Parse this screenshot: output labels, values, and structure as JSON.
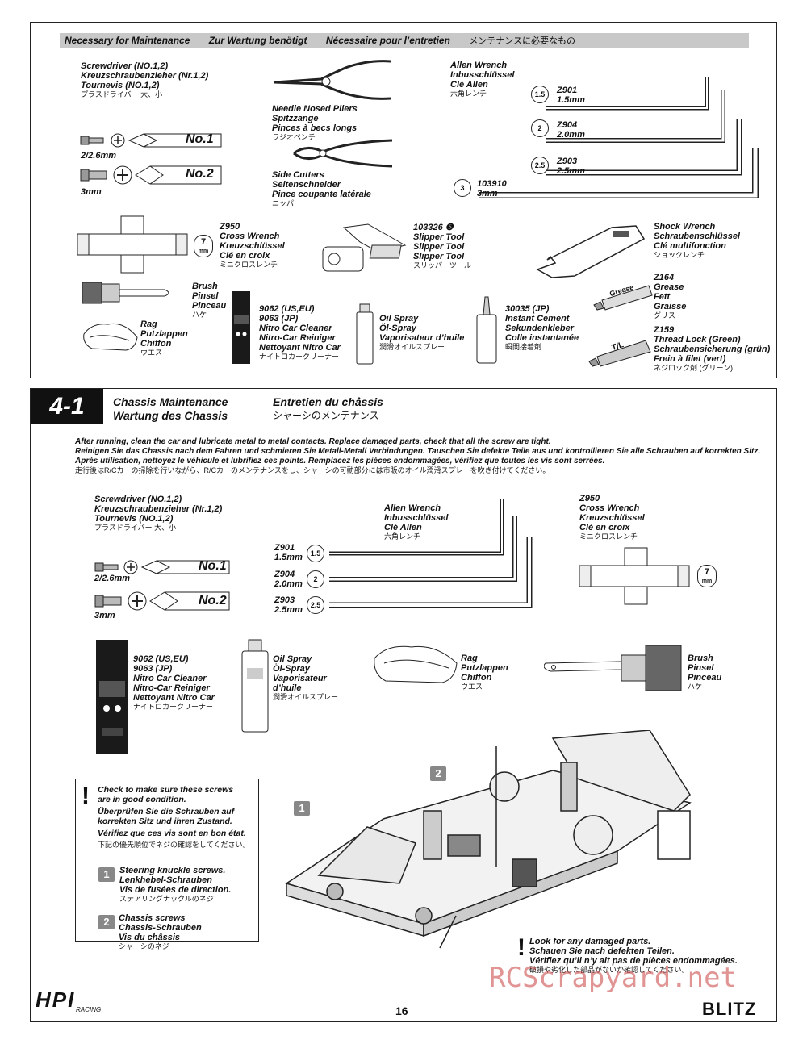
{
  "maintenance": {
    "header": [
      "Necessary for Maintenance",
      "Zur Wartung benötigt",
      "Nécessaire pour l’entretien",
      "メンテナンスに必要なもの"
    ],
    "screwdriver": [
      "Screwdriver (NO.1,2)",
      "Kreuzschraubenzieher (Nr.1,2)",
      "Tournevis (NO.1,2)",
      "プラスドライバー 大、小"
    ],
    "screw_small": "2/2.6mm",
    "screw_large": "3mm",
    "no1": "No.1",
    "no2": "No.2",
    "pliers": [
      "Needle Nosed Pliers",
      "Spitzzange",
      "Pinces à becs longs",
      "ラジオペンチ"
    ],
    "cutters": [
      "Side Cutters",
      "Seitenschneider",
      "Pince coupante latérale",
      "ニッパー"
    ],
    "allen": [
      "Allen Wrench",
      "Inbusschlüssel",
      "Clé Allen",
      "六角レンチ"
    ],
    "allen_items": [
      {
        "circle": "1.5",
        "code": "Z901",
        "size": "1.5mm"
      },
      {
        "circle": "2",
        "code": "Z904",
        "size": "2.0mm"
      },
      {
        "circle": "2.5",
        "code": "Z903",
        "size": "2.5mm"
      },
      {
        "circle": "3",
        "code": "103910",
        "size": "3mm"
      }
    ],
    "cross": [
      "Z950",
      "Cross Wrench",
      "Kreuzschlüssel",
      "Clé en croix",
      "ミニクロスレンチ"
    ],
    "cross_size": "7",
    "slipper": [
      "103326 ❺",
      "Slipper Tool",
      "Slipper Tool",
      "Slipper Tool",
      "スリッパーツール"
    ],
    "shock": [
      "Shock Wrench",
      "Schraubenschlüssel",
      "Clé multifonction",
      "ショックレンチ"
    ],
    "brush": [
      "Brush",
      "Pinsel",
      "Pinceau",
      "ハケ"
    ],
    "rag": [
      "Rag",
      "Putzlappen",
      "Chiffon",
      "ウエス"
    ],
    "cleaner": [
      "9062 (US,EU)",
      "9063 (JP)",
      "Nitro Car Cleaner",
      "Nitro-Car Reiniger",
      "Nettoyant Nitro Car",
      "ナイトロカークリーナー"
    ],
    "oil": [
      "Oil Spray",
      "Öl-Spray",
      "Vaporisateur d’huile",
      "潤滑オイルスプレー"
    ],
    "cement": [
      "30035 (JP)",
      "Instant Cement",
      "Sekundenkleber",
      "Colle instantanée",
      "瞬間接着剤"
    ],
    "grease": [
      "Z164",
      "Grease",
      "Fett",
      "Graisse",
      "グリス"
    ],
    "threadlock": [
      "Z159",
      "Thread Lock (Green)",
      "Schraubensicherung (grün)",
      "Frein à filet (vert)",
      "ネジロック剤 (グリーン)"
    ],
    "grease_tube_label": "Grease",
    "tl_tube_label": "T/L"
  },
  "step": {
    "number": "4-1",
    "title_en": "Chassis Maintenance",
    "title_de": "Wartung des Chassis",
    "title_fr": "Entretien du châssis",
    "title_jp": "シャーシのメンテナンス",
    "instructions": [
      "After running, clean the car and lubricate metal to metal contacts. Replace damaged parts, check that all the screw are tight.",
      "Reinigen Sie das Chassis nach dem Fahren und schmieren Sie Metall-Metall Verbindungen. Tauschen Sie defekte Teile aus und kontrollieren Sie alle Schrauben auf korrekten Sitz.",
      "Après utilisation, nettoyez le véhicule et lubrifiez ces points. Remplacez les pièces endommagées, vérifiez que toutes les vis sont serrées.",
      "走行後はR/Cカーの掃除を行いながら、R/Cカーのメンテナンスをし、シャーシの可動部分には市販のオイル潤滑スプレーを吹き付けてください。"
    ],
    "screwdriver": [
      "Screwdriver (NO.1,2)",
      "Kreuzschraubenzieher (Nr.1,2)",
      "Tournevis (NO.1,2)",
      "プラスドライバー 大、小"
    ],
    "allen": [
      "Allen Wrench",
      "Inbusschlüssel",
      "Clé Allen",
      "六角レンチ"
    ],
    "allen_items": [
      {
        "circle": "1.5",
        "code": "Z901",
        "size": "1.5mm"
      },
      {
        "circle": "2",
        "code": "Z904",
        "size": "2.0mm"
      },
      {
        "circle": "2.5",
        "code": "Z903",
        "size": "2.5mm"
      }
    ],
    "cross": [
      "Z950",
      "Cross Wrench",
      "Kreuzschlüssel",
      "Clé en croix",
      "ミニクロスレンチ"
    ],
    "cleaner": [
      "9062 (US,EU)",
      "9063 (JP)",
      "Nitro Car Cleaner",
      "Nitro-Car Reiniger",
      "Nettoyant Nitro Car",
      "ナイトロカークリーナー"
    ],
    "oil": [
      "Oil Spray",
      "Öl-Spray",
      "Vaporisateur",
      "d’huile",
      "潤滑オイルスプレー"
    ],
    "rag": [
      "Rag",
      "Putzlappen",
      "Chiffon",
      "ウエス"
    ],
    "brush": [
      "Brush",
      "Pinsel",
      "Pinceau",
      "ハケ"
    ],
    "check_box": [
      "Check to make sure these screws",
      "are in good condition.",
      "Überprüfen Sie die Schrauben auf",
      "korrekten Sitz und ihren Zustand.",
      "Vérifiez que ces vis sont en bon état.",
      "下記の優先順位でネジの確認をしてください。"
    ],
    "point1_num": "1",
    "point1": [
      "Steering knuckle screws.",
      "Lenkhebel-Schrauben",
      "Vis de fusées de direction.",
      "ステアリングナックルのネジ"
    ],
    "point2_num": "2",
    "point2": [
      "Chassis screws",
      "Chassis-Schrauben",
      "Vis du châssis",
      "シャーシのネジ"
    ],
    "damage": [
      "Look for any damaged parts.",
      "Schauen Sie nach defekten Teilen.",
      "Vérifiez qu’il n’y ait pas de pièces endommagées.",
      "破損や劣化した部品がないか確認してください。"
    ]
  },
  "footer": {
    "page": "16",
    "brand_left": "HPI",
    "brand_left_sub": "RACING",
    "brand_right": "BLITZ",
    "watermark": "RCScrapyard.net"
  }
}
